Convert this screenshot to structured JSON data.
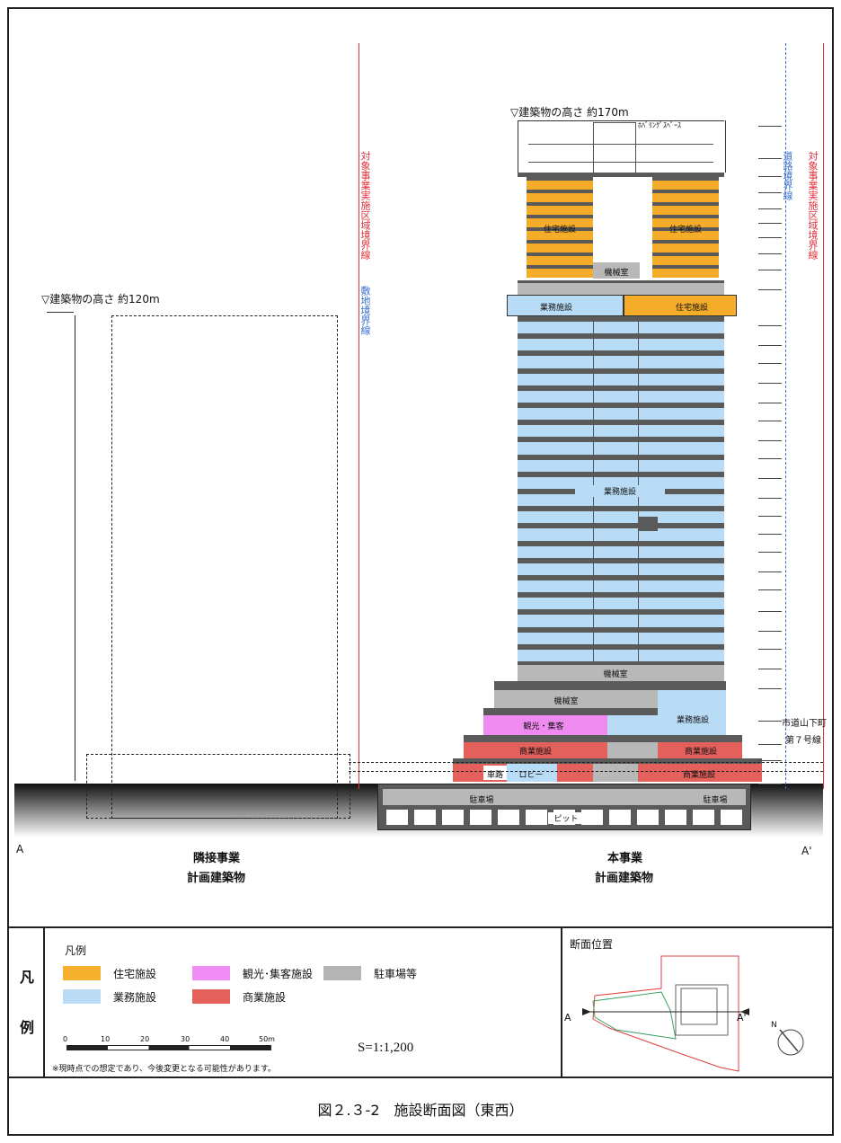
{
  "diagram": {
    "height_main": "▽建築物の高さ 約170m",
    "height_neighbor": "▽建築物の高さ 約120m",
    "balcony_space": "ﾎﾊﾞﾘﾝｸﾞｽﾍﾟｰｽ",
    "boundary_project": "対象事業実施区域境界線",
    "boundary_site": "敷地境界線",
    "boundary_road": "道路境界線",
    "road_name_1": "市道山下町",
    "road_name_2": "第７号線",
    "label_a": "A",
    "label_a_prime": "A'",
    "neighbor_title_1": "隣接事業",
    "neighbor_title_2": "計画建築物",
    "main_title_1": "本事業",
    "main_title_2": "計画建築物",
    "zones": {
      "residential_left": "住宅施設",
      "residential_right": "住宅施設",
      "machine_top": "機械室",
      "office_mid_left": "業務施設",
      "residential_mid_right": "住宅施設",
      "office_main": "業務施設",
      "machine_low": "機械室",
      "machine_low2": "機械室",
      "office_low": "業務施設",
      "tourism": "観光・集客",
      "commercial_left": "商業施設",
      "commercial_right": "商業施設",
      "road_in": "車路",
      "lobby": "ロビー",
      "commercial_ground": "商業施設",
      "parking_left": "駐車場",
      "parking_right": "駐車場",
      "pit": "ピット"
    },
    "colors": {
      "residential": "#f5ac28",
      "office": "#b9dcf6",
      "tourism": "#ef8af0",
      "commercial": "#e4605c",
      "parking": "#b8b8b8",
      "slab": "#5a5a5a",
      "boundary_red": "#e0303a",
      "boundary_blue": "#3a6fd0"
    }
  },
  "legend": {
    "side_label_1": "凡",
    "side_label_2": "例",
    "title": "凡例",
    "items": [
      {
        "label": "住宅施設",
        "color": "#f5b02e"
      },
      {
        "label": "観光･集客施設",
        "color": "#f08cf3"
      },
      {
        "label": "駐車場等",
        "color": "#b4b4b4"
      },
      {
        "label": "業務施設",
        "color": "#bcdcf5"
      },
      {
        "label": "商業施設",
        "color": "#e4605c"
      }
    ],
    "scale_ticks": [
      "0",
      "10",
      "20",
      "30",
      "40",
      "50m"
    ],
    "scale_text": "S=1:1,200",
    "note": "※現時点での想定であり、今後変更となる可能性があります。"
  },
  "section_position": {
    "title": "断面位置",
    "label_a": "A",
    "label_a_prime": "A'",
    "north": "N"
  },
  "caption": "図２.３-2　施設断面図（東西）"
}
